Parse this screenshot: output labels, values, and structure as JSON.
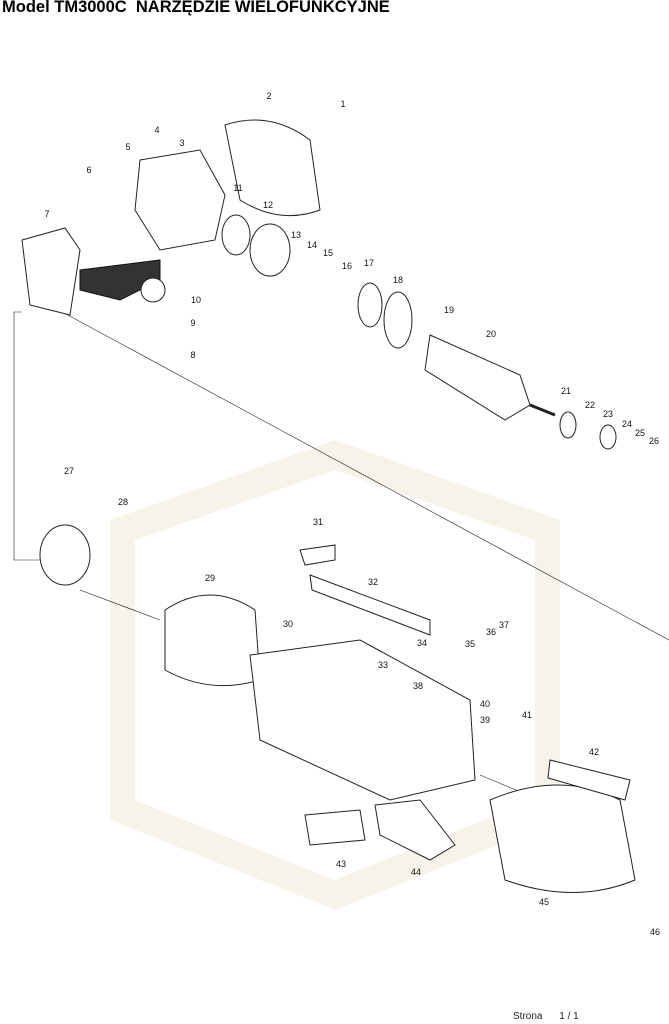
{
  "title": "Model TM3000C  NARZĘDZIE WIELOFUNKCYJNE",
  "parts": [
    "1",
    "2",
    "3",
    "4",
    "5",
    "6",
    "7",
    "8",
    "9",
    "10",
    "11",
    "12",
    "13",
    "14",
    "15",
    "16",
    "17",
    "18",
    "19",
    "20",
    "21",
    "22",
    "23",
    "24",
    "25",
    "26",
    "27",
    "28",
    "29",
    "30",
    "31",
    "32",
    "33",
    "34",
    "35",
    "36",
    "37",
    "38",
    "39",
    "40",
    "41",
    "42",
    "43",
    "44",
    "45",
    "46"
  ],
  "footer": {
    "page_label": "Strona",
    "page_value": "1 / 1"
  }
}
